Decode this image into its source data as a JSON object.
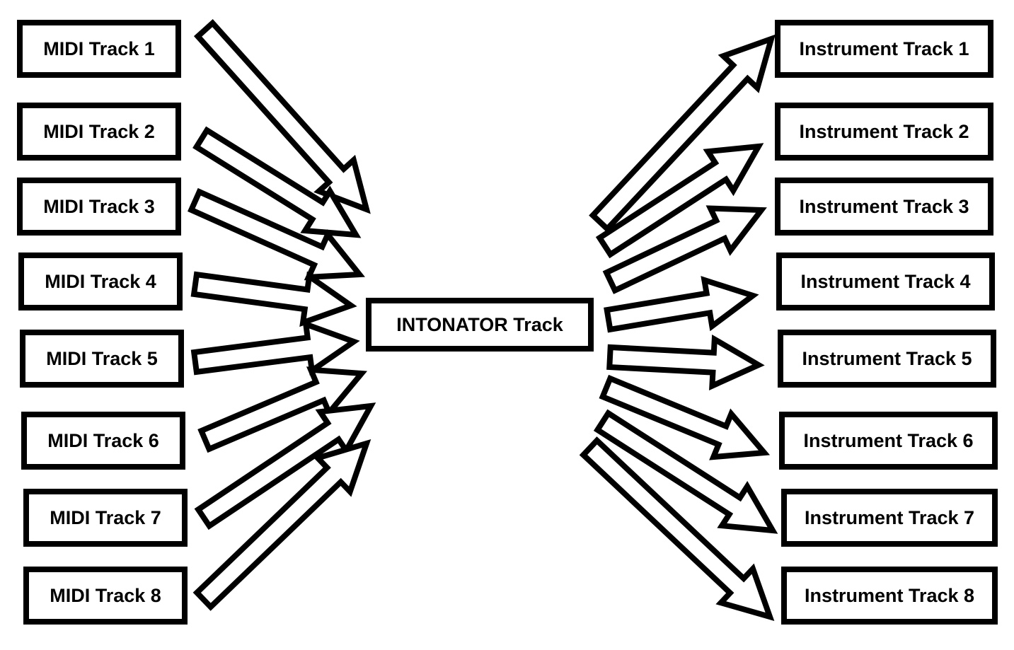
{
  "diagram": {
    "center_node": "INTONATOR Track",
    "inputs": [
      "MIDI Track 1",
      "MIDI Track 2",
      "MIDI Track 3",
      "MIDI Track 4",
      "MIDI Track 5",
      "MIDI Track 6",
      "MIDI Track 7",
      "MIDI Track 8"
    ],
    "outputs": [
      "Instrument Track 1",
      "Instrument Track 2",
      "Instrument Track 3",
      "Instrument Track 4",
      "Instrument Track 5",
      "Instrument Track 6",
      "Instrument Track 7",
      "Instrument Track 8"
    ],
    "colors": {
      "stroke": "#000000",
      "fill": "#ffffff",
      "text": "#000000"
    }
  }
}
